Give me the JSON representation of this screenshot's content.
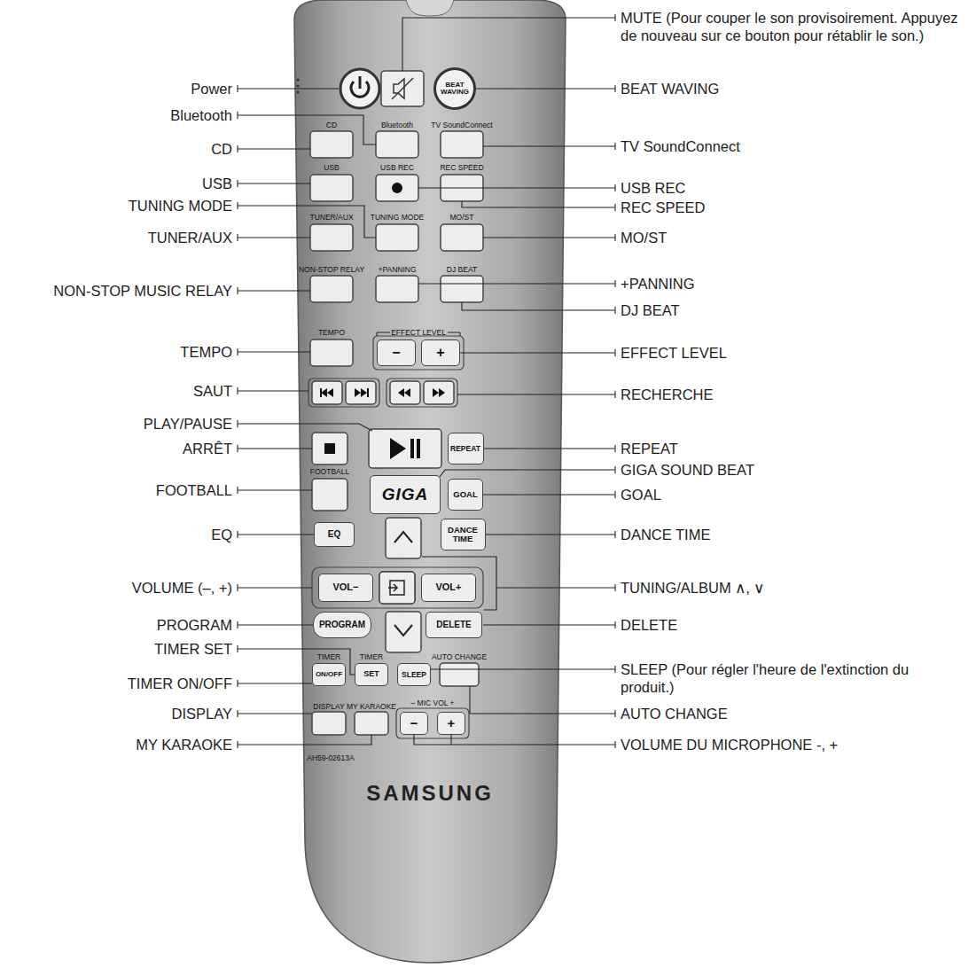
{
  "diagram": {
    "nodes": [
      {
        "text": [
          "BEAT WAVING"
        ]
      },
      {
        "text": [
          "−"
        ]
      },
      {
        "text": [
          "+"
        ]
      },
      {
        "text": [
          "REPEAT"
        ]
      },
      {
        "text": [
          "GIGA"
        ]
      },
      {
        "text": [
          "GOAL"
        ]
      },
      {
        "text": [
          "EQ"
        ]
      },
      {
        "text": [
          "DANCE TIME"
        ]
      },
      {
        "text": [
          "VOL−"
        ]
      },
      {
        "text": [
          "VOL+"
        ]
      },
      {
        "text": [
          "PROGRAM"
        ]
      },
      {
        "text": [
          "DELETE"
        ]
      },
      {
        "text": [
          "ON/OFF"
        ]
      },
      {
        "text": [
          "SET"
        ]
      },
      {
        "text": [
          "SLEEP"
        ]
      },
      {
        "text": [
          "−"
        ]
      },
      {
        "text": [
          "+"
        ]
      }
    ],
    "labels": [
      "MUTE (Pour couper le son provisoirement. Appuyez de nouveau sur ce bouton pour rétablir le son.)",
      "Power",
      "BEAT WAVING",
      "Bluetooth",
      "CD",
      "TV SoundConnect",
      "USB",
      "USB REC",
      "TUNING MODE",
      "REC SPEED",
      "TUNER/AUX",
      "MO/ST",
      "+PANNING",
      "NON-STOP MUSIC RELAY",
      "DJ BEAT",
      "TEMPO",
      "EFFECT LEVEL",
      "SAUT",
      "RECHERCHE",
      "PLAY/PAUSE",
      "ARRÊT",
      "REPEAT",
      "GIGA SOUND BEAT",
      "FOOTBALL",
      "GOAL",
      "EQ",
      "DANCE TIME",
      "VOLUME (–, +)",
      "TUNING/ALBUM ∧, ∨",
      "PROGRAM",
      "DELETE",
      "TIMER SET",
      "SLEEP (Pour régler l'heure de l'extinction du produit.)",
      "TIMER ON/OFF",
      "DISPLAY",
      "AUTO CHANGE",
      "MY KARAOKE",
      "VOLUME DU MICROPHONE -, +",
      "CD",
      "Bluetooth",
      "TV SoundConnect",
      "USB",
      "USB REC",
      "REC SPEED",
      "TUNER/AUX",
      "TUNING MODE",
      "MO/ST",
      "NON-STOP RELAY",
      "+PANNING",
      "DJ BEAT",
      "TEMPO",
      "EFFECT LEVEL",
      "FOOTBALL",
      "TIMER",
      "TIMER",
      "AUTO CHANGE",
      "DISPLAY",
      "MY KARAOKE",
      "– MIC VOL +",
      "AH59-02613A",
      "SAMSUNG"
    ]
  }
}
